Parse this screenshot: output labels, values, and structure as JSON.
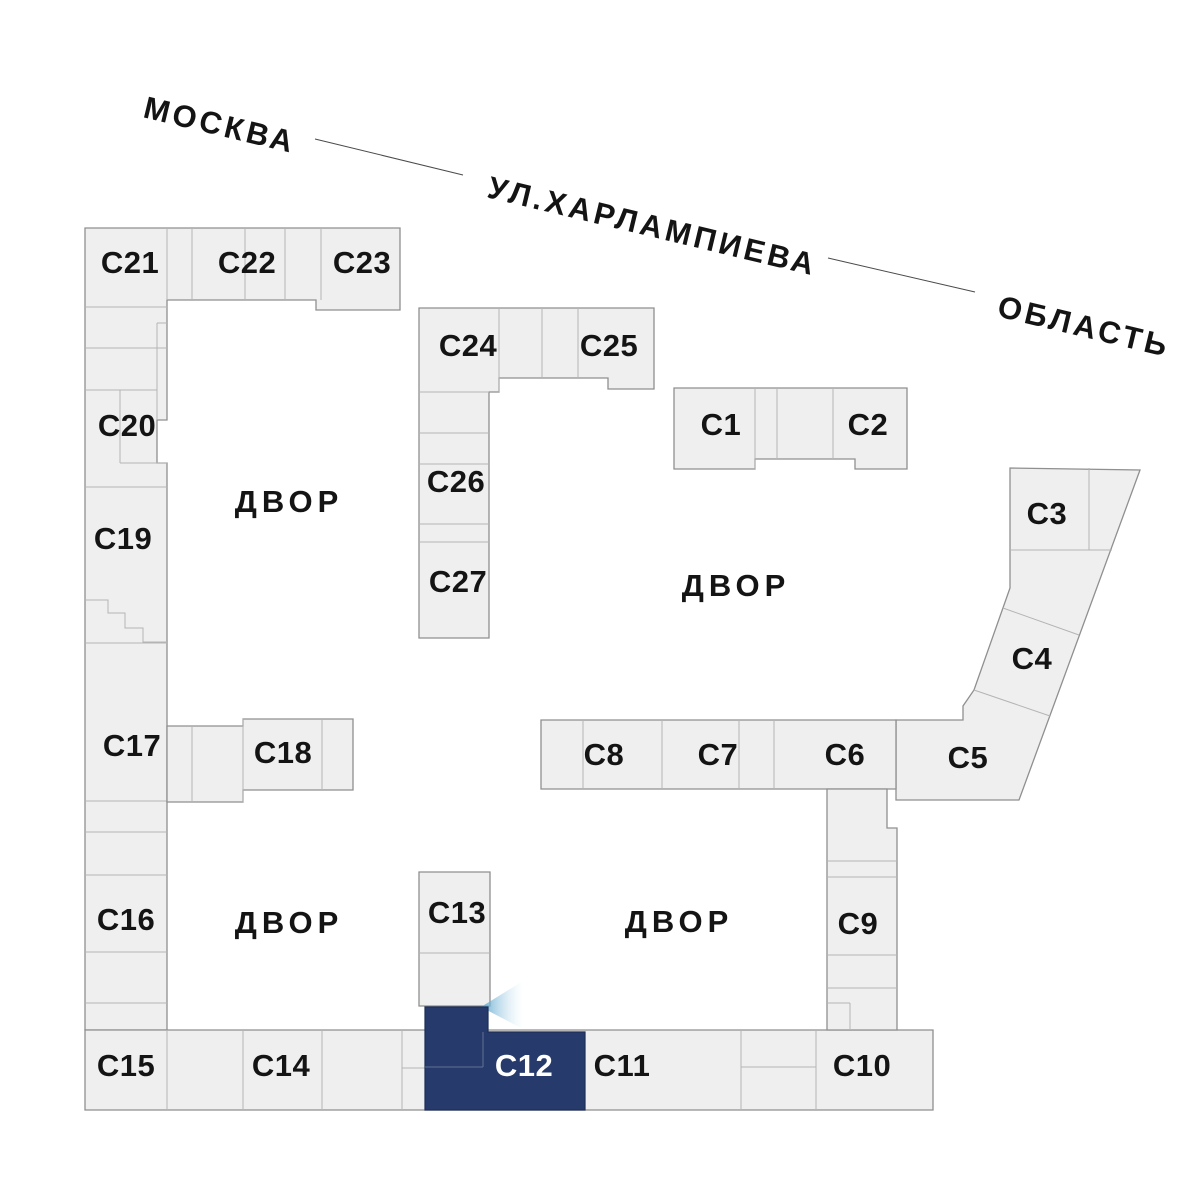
{
  "plan": {
    "streets": {
      "moscow": "МОСКВА",
      "kharlampieva": "УЛ.ХАРЛАМПИЕВА",
      "oblast": "ОБЛАСТЬ"
    },
    "courtyard_label": "ДВОР",
    "selected_block": "С12",
    "blocks": [
      {
        "id": "c1",
        "label": "С1",
        "selected": false
      },
      {
        "id": "c2",
        "label": "С2",
        "selected": false
      },
      {
        "id": "c3",
        "label": "С3",
        "selected": false
      },
      {
        "id": "c4",
        "label": "С4",
        "selected": false
      },
      {
        "id": "c5",
        "label": "С5",
        "selected": false
      },
      {
        "id": "c6",
        "label": "С6",
        "selected": false
      },
      {
        "id": "c7",
        "label": "С7",
        "selected": false
      },
      {
        "id": "c8",
        "label": "С8",
        "selected": false
      },
      {
        "id": "c9",
        "label": "С9",
        "selected": false
      },
      {
        "id": "c10",
        "label": "С10",
        "selected": false
      },
      {
        "id": "c11",
        "label": "С11",
        "selected": false
      },
      {
        "id": "c12",
        "label": "С12",
        "selected": true
      },
      {
        "id": "c13",
        "label": "С13",
        "selected": false
      },
      {
        "id": "c14",
        "label": "С14",
        "selected": false
      },
      {
        "id": "c15",
        "label": "С15",
        "selected": false
      },
      {
        "id": "c16",
        "label": "С16",
        "selected": false
      },
      {
        "id": "c17",
        "label": "С17",
        "selected": false
      },
      {
        "id": "c18",
        "label": "С18",
        "selected": false
      },
      {
        "id": "c19",
        "label": "С19",
        "selected": false
      },
      {
        "id": "c20",
        "label": "С20",
        "selected": false
      },
      {
        "id": "c21",
        "label": "С21",
        "selected": false
      },
      {
        "id": "c22",
        "label": "С22",
        "selected": false
      },
      {
        "id": "c23",
        "label": "С23",
        "selected": false
      },
      {
        "id": "c24",
        "label": "С24",
        "selected": false
      },
      {
        "id": "c25",
        "label": "С25",
        "selected": false
      },
      {
        "id": "c26",
        "label": "С26",
        "selected": false
      },
      {
        "id": "c27",
        "label": "С27",
        "selected": false
      }
    ],
    "colors": {
      "background": "#ffffff",
      "building_fill": "#efefef",
      "building_stroke": "#8f8f8f",
      "divider_stroke": "#b4b4b4",
      "selected_fill": "#263a6b",
      "selected_text": "#ffffff",
      "label_color": "#141414",
      "view_cone": "#5ea7cd"
    }
  }
}
